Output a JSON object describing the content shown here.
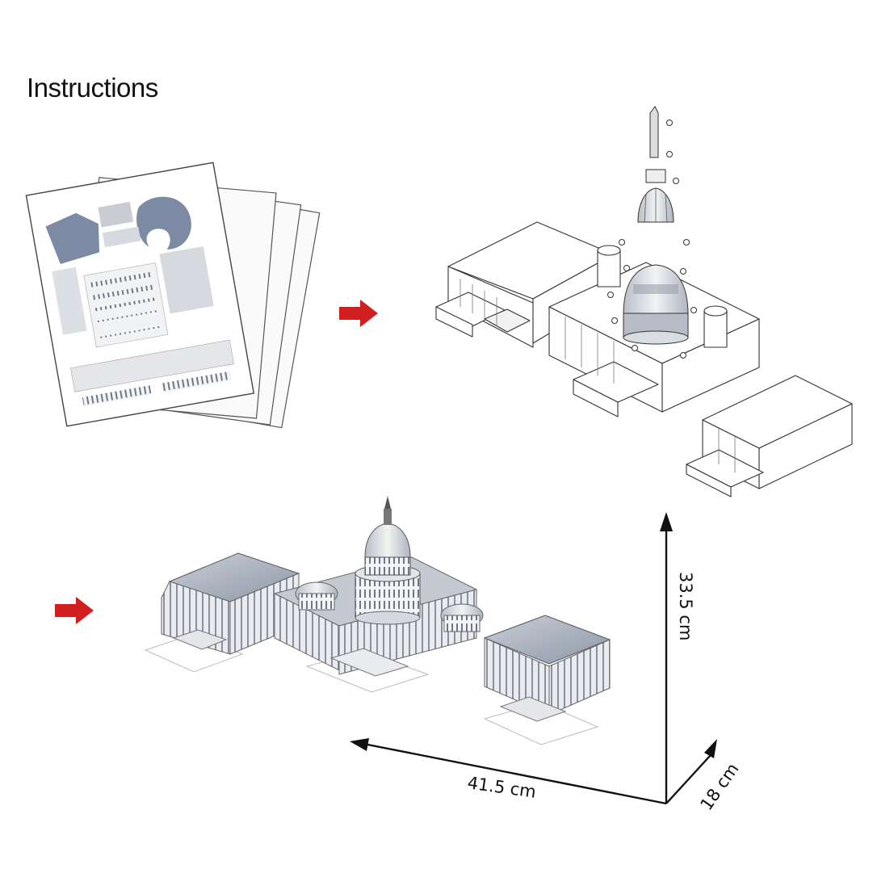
{
  "title": "Instructions",
  "dimensions": {
    "height": "33.5 cm",
    "width": "41.5 cm",
    "depth": "18 cm"
  },
  "colors": {
    "arrow": "#d11f1f",
    "line": "#333333",
    "sheet_blue": "#7d8aa3",
    "sheet_gray": "#c9ccd2",
    "roof": "#9aa2b0"
  }
}
